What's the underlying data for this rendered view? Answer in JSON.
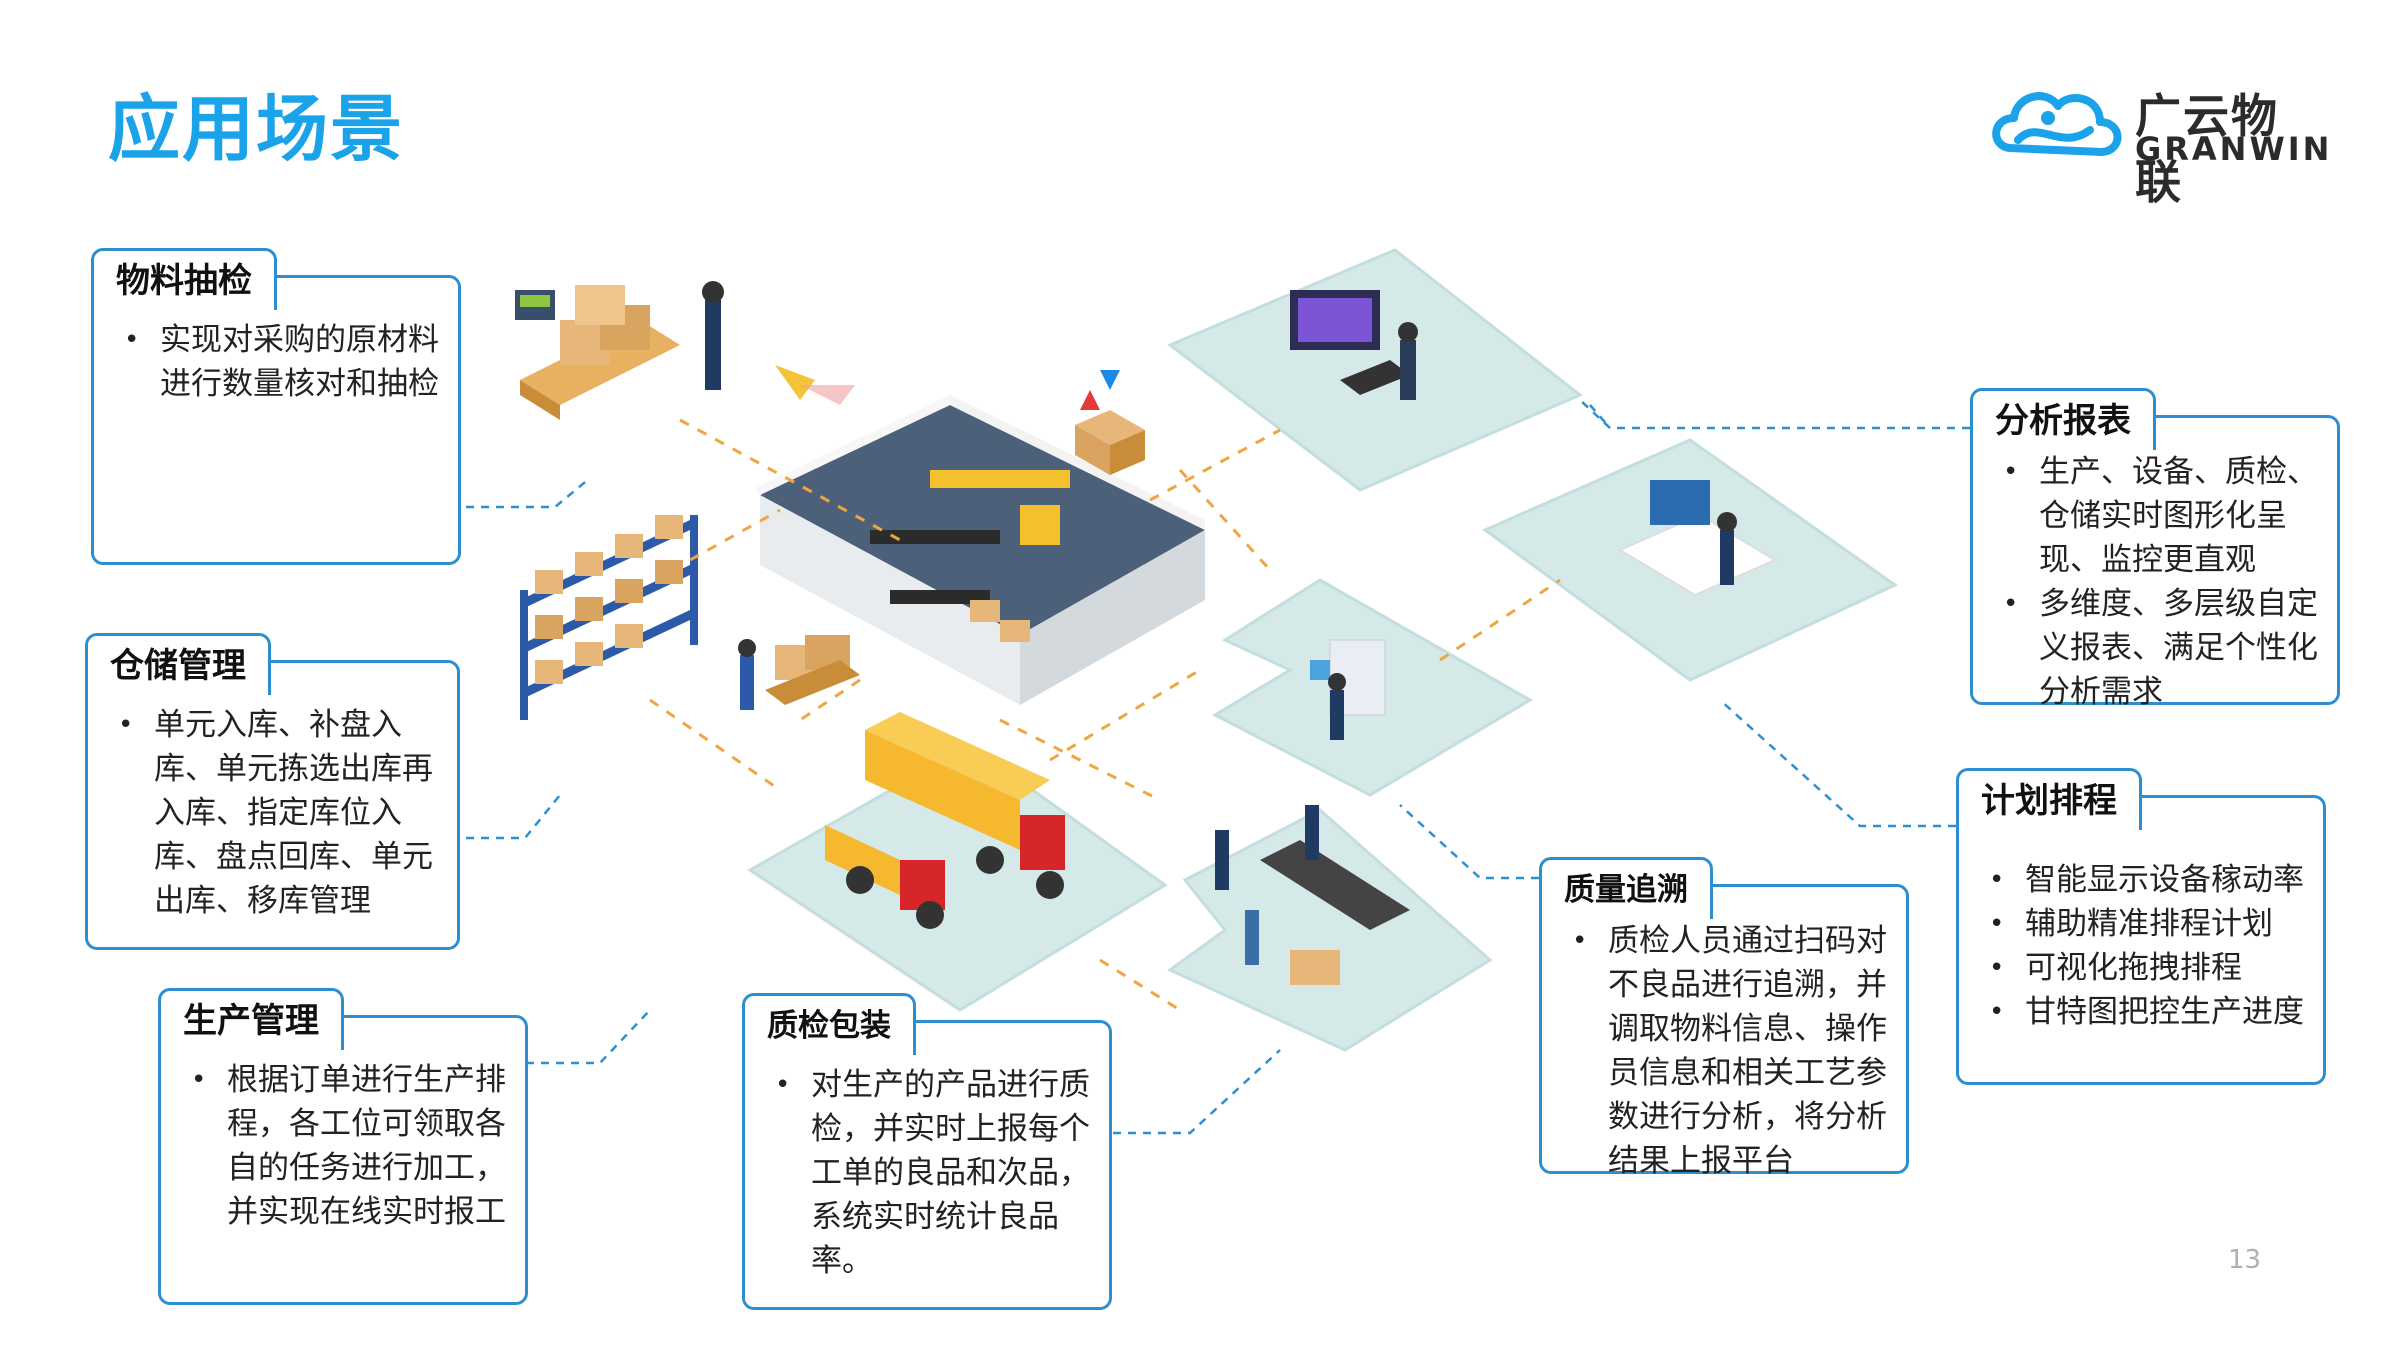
{
  "title": "应用场景",
  "logo": {
    "cn": "广云物联",
    "en": "GRANWIN",
    "icon": "cloud-logo-icon"
  },
  "boxes": {
    "material": {
      "title": "物料抽检",
      "items": [
        "实现对采购的原材料进行数量核对和抽检"
      ]
    },
    "storage": {
      "title": "仓储管理",
      "items": [
        "单元入库、补盘入库、单元拣选出库再入库、指定库位入库、盘点回库、单元出库、移库管理"
      ]
    },
    "production": {
      "title": "生产管理",
      "items": [
        "根据订单进行生产排程，各工位可领取各自的任务进行加工，并实现在线实时报工"
      ]
    },
    "qc_pack": {
      "title": "质检包装",
      "items": [
        "对生产的产品进行质检，并实时上报每个工单的良品和次品，系统实时统计良品率。"
      ]
    },
    "quality": {
      "title": "质量追溯",
      "items": [
        "质检人员通过扫码对不良品进行追溯，并调取物料信息、操作员信息和相关工艺参数进行分析，将分析结果上报平台"
      ]
    },
    "report": {
      "title": "分析报表",
      "items": [
        "生产、设备、质检、仓储实时图形化呈现、监控更直观",
        "多维度、多层级自定义报表、满足个性化分析需求"
      ]
    },
    "plan": {
      "title": "计划排程",
      "items": [
        "智能显示设备稼动率",
        "辅助精准排程计划",
        "可视化拖拽排程",
        "甘特图把控生产进度"
      ]
    }
  },
  "page_number": "13",
  "colors": {
    "accent": "#1aa3e8",
    "border": "#2d8fcf",
    "platform": "#d5e9e8",
    "dash_orange": "#f0a640"
  }
}
